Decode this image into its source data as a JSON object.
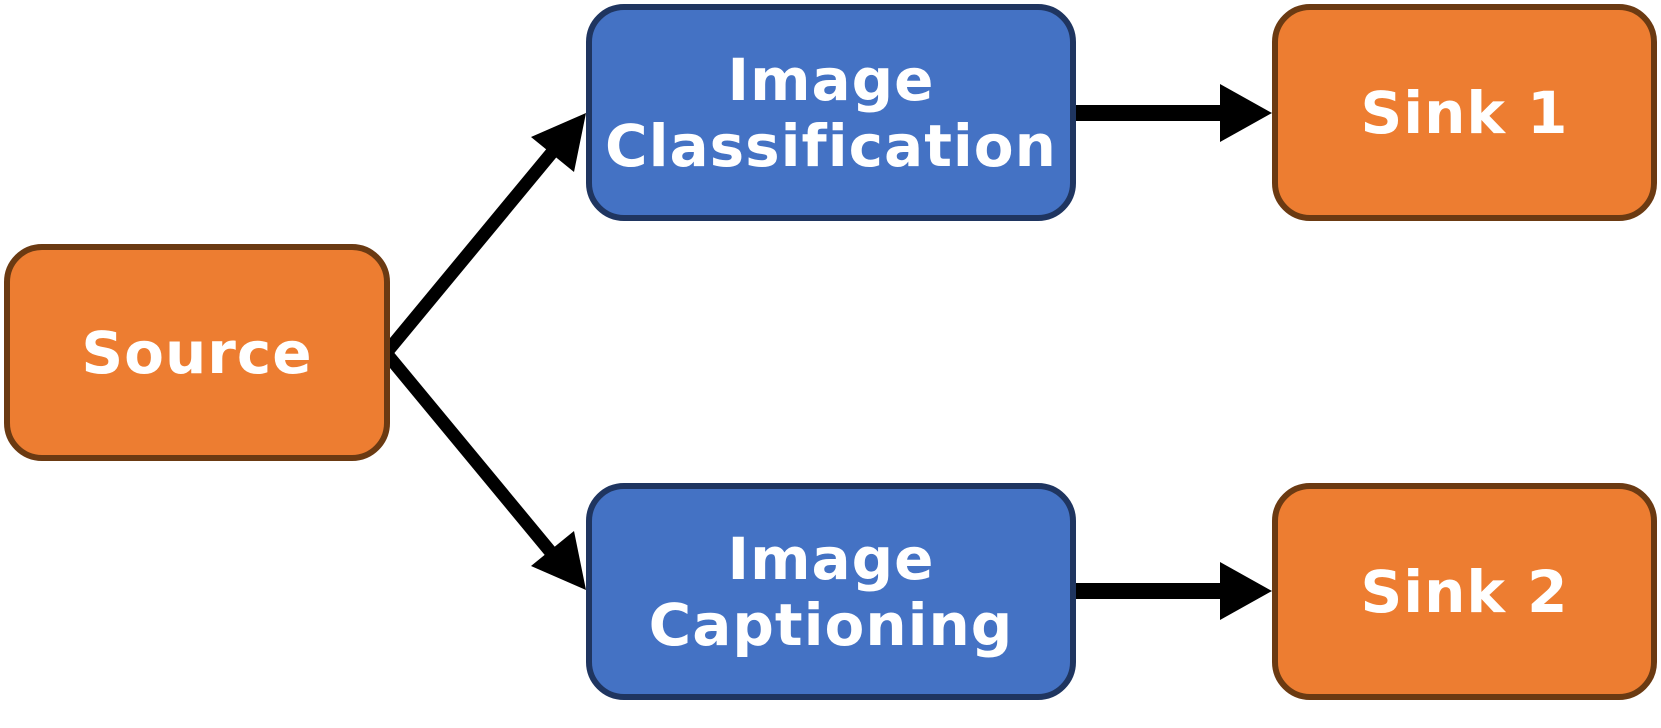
{
  "diagram": {
    "nodes": {
      "source": {
        "label": "Source"
      },
      "image_classification": {
        "label": "Image\nClassification"
      },
      "image_captioning": {
        "label": "Image\nCaptioning"
      },
      "sink1": {
        "label": "Sink 1"
      },
      "sink2": {
        "label": "Sink 2"
      }
    },
    "edges": [
      {
        "from": "Source",
        "to": "Image Classification"
      },
      {
        "from": "Source",
        "to": "Image Captioning"
      },
      {
        "from": "Image Classification",
        "to": "Sink 1"
      },
      {
        "from": "Image Captioning",
        "to": "Sink 2"
      }
    ],
    "colors": {
      "source_sink_fill": "#ED7D31",
      "source_sink_border": "#6B3A12",
      "model_fill": "#4472C4",
      "model_border": "#1F3560",
      "arrow": "#000000",
      "label": "#FFFFFF"
    }
  }
}
